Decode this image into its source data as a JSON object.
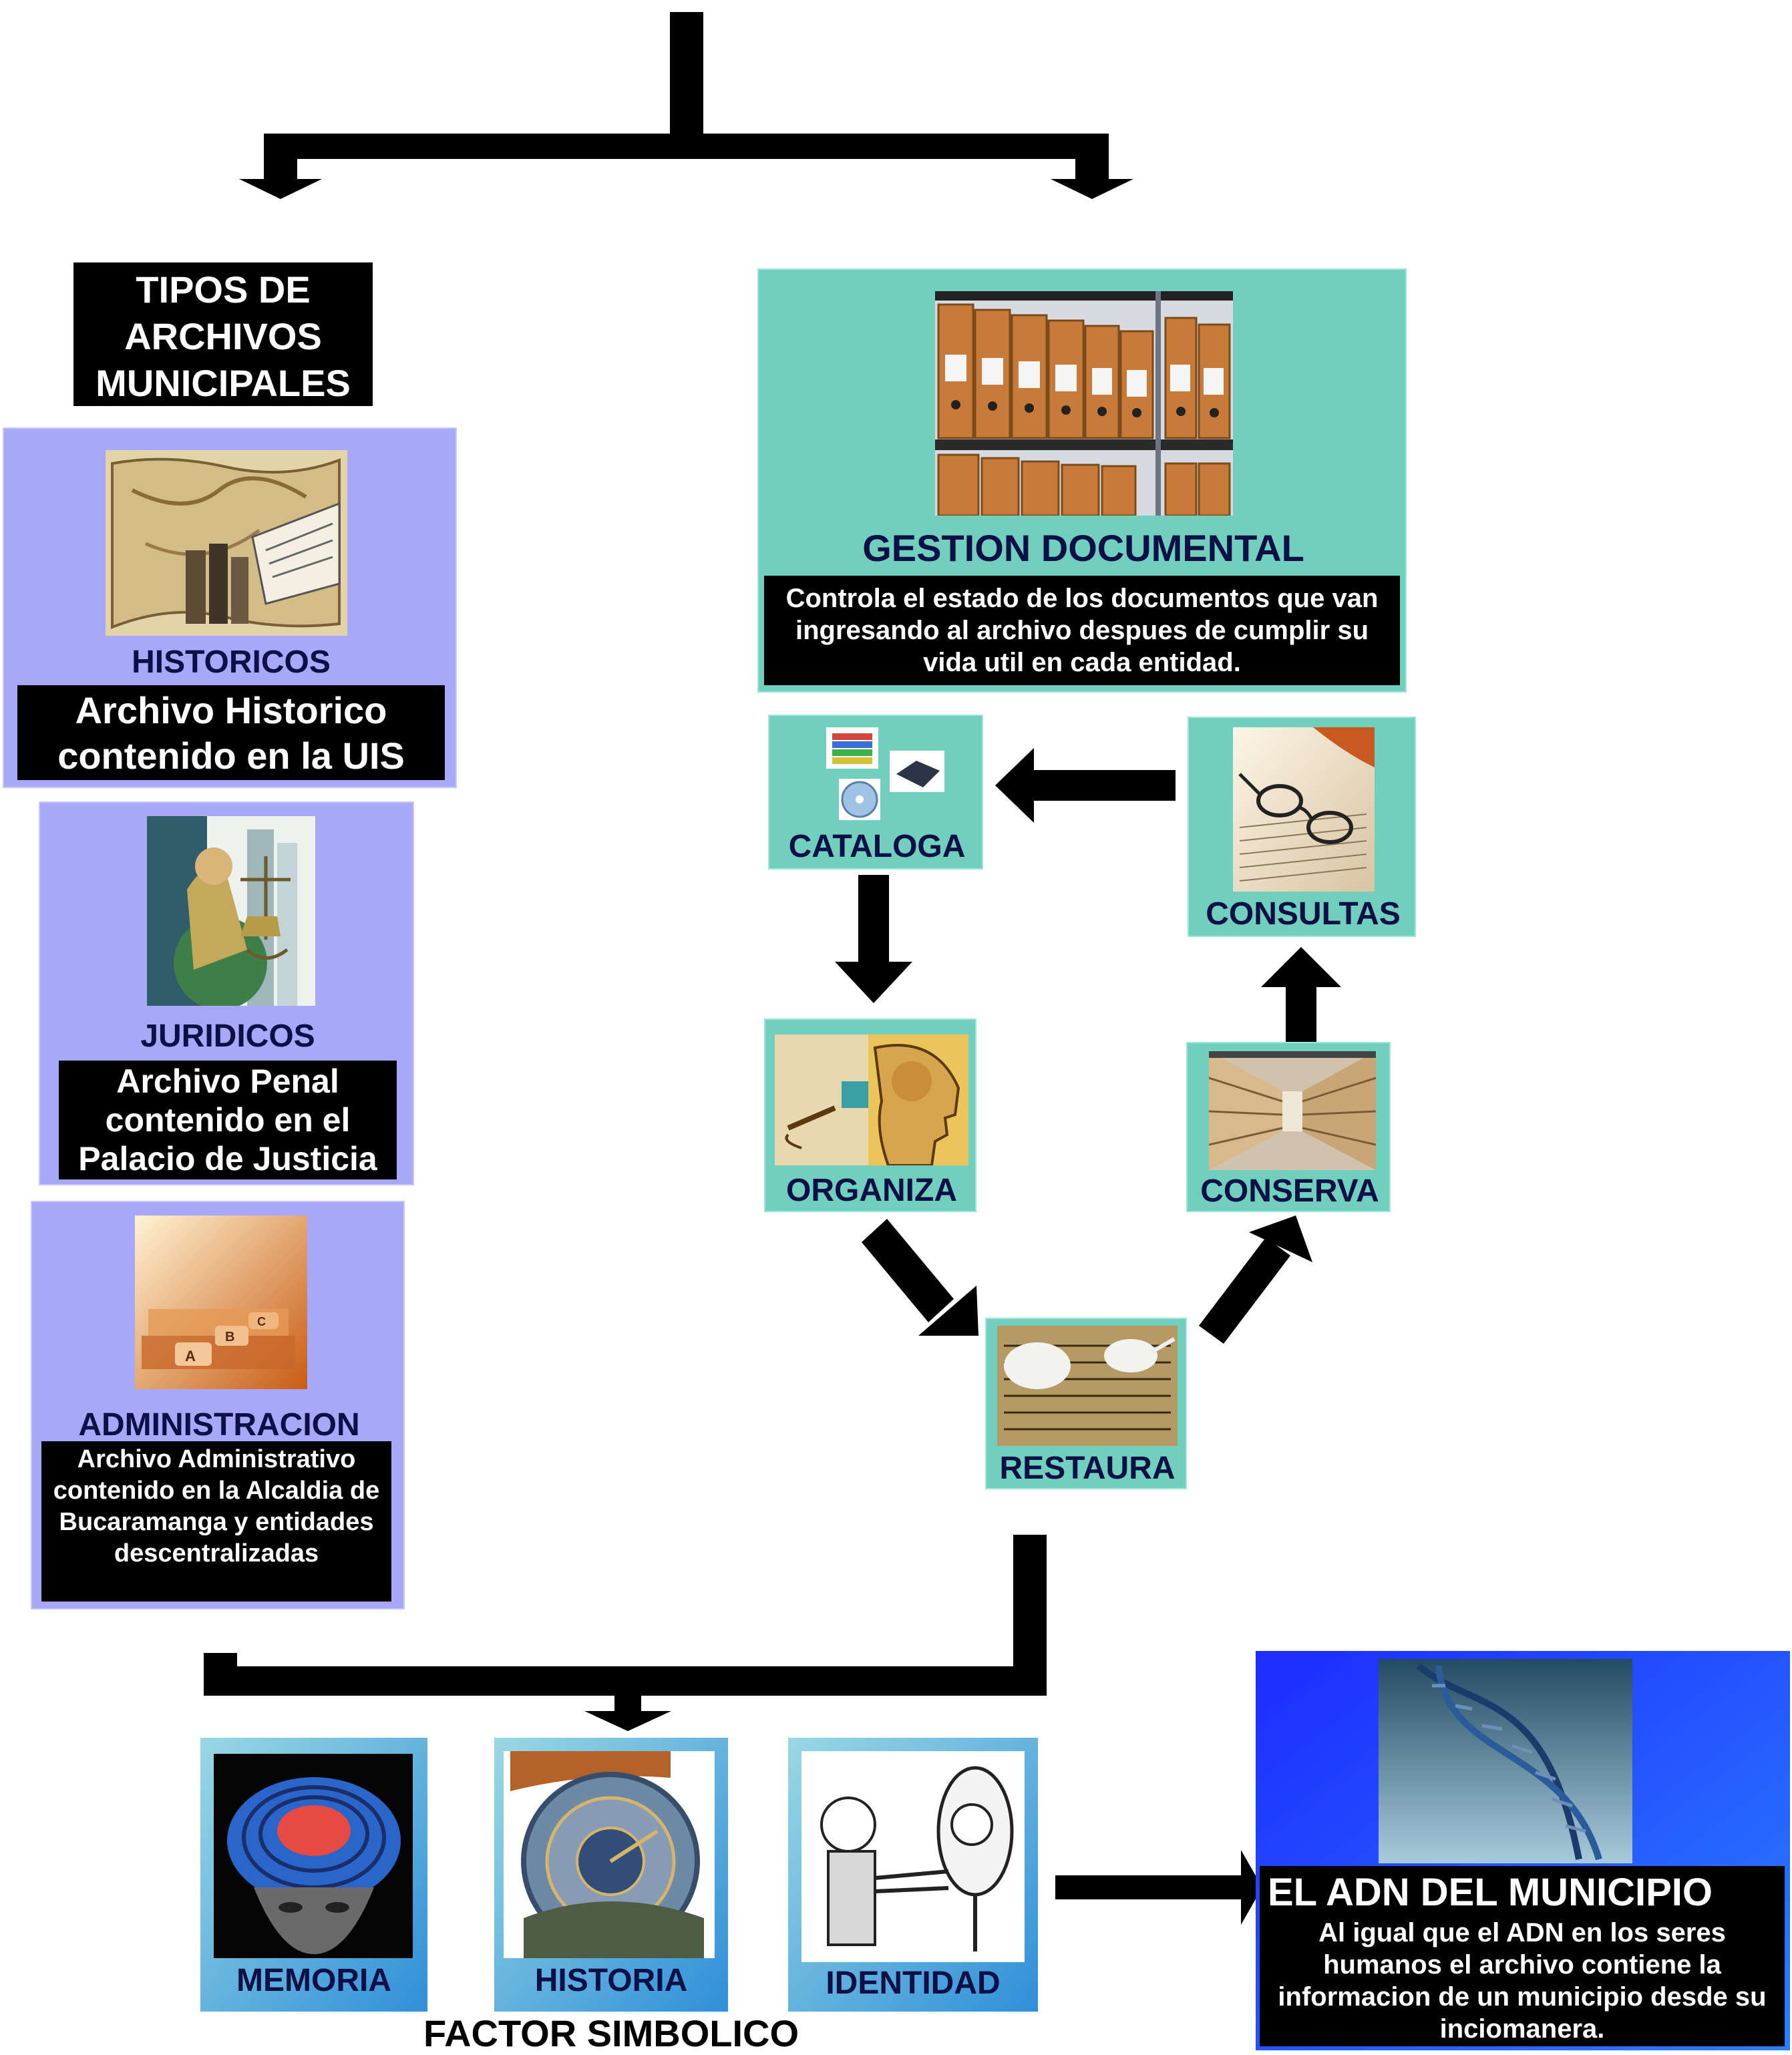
{
  "left": {
    "title": "TIPOS DE ARCHIVOS MUNICIPALES",
    "historicos": {
      "label": "HISTORICOS",
      "desc": "Archivo Historico contenido en la UIS"
    },
    "juridicos": {
      "label": "JURIDICOS",
      "desc": "Archivo Penal contenido en el Palacio de Justicia"
    },
    "administracion": {
      "label": "ADMINISTRACION",
      "desc": "Archivo Administrativo contenido en la Alcaldia de Bucaramanga y entidades descentralizadas"
    }
  },
  "gestion": {
    "title": "GESTION DOCUMENTAL",
    "desc": "Controla el estado de los documentos que van ingresando al archivo despues de cumplir su vida util en cada entidad."
  },
  "cycle": {
    "cataloga": "CATALOGA",
    "consultas": "CONSULTAS",
    "organiza": "ORGANIZA",
    "conserva": "CONSERVA",
    "restaura": "RESTAURA"
  },
  "factor": {
    "label": "FACTOR SIMBOLICO",
    "memoria": "MEMORIA",
    "historia": "HISTORIA",
    "identidad": "IDENTIDAD"
  },
  "adn": {
    "title": "EL ADN DEL MUNICIPIO",
    "desc": "Al igual que el ADN en los seres humanos el archivo contiene la informacion de un municipio desde su inciomanera."
  },
  "colors": {
    "lavender": "#a8a8f8",
    "teal": "#70cfbd",
    "navy_text": "#0d1046",
    "adn_blue": "#1f3cff"
  }
}
